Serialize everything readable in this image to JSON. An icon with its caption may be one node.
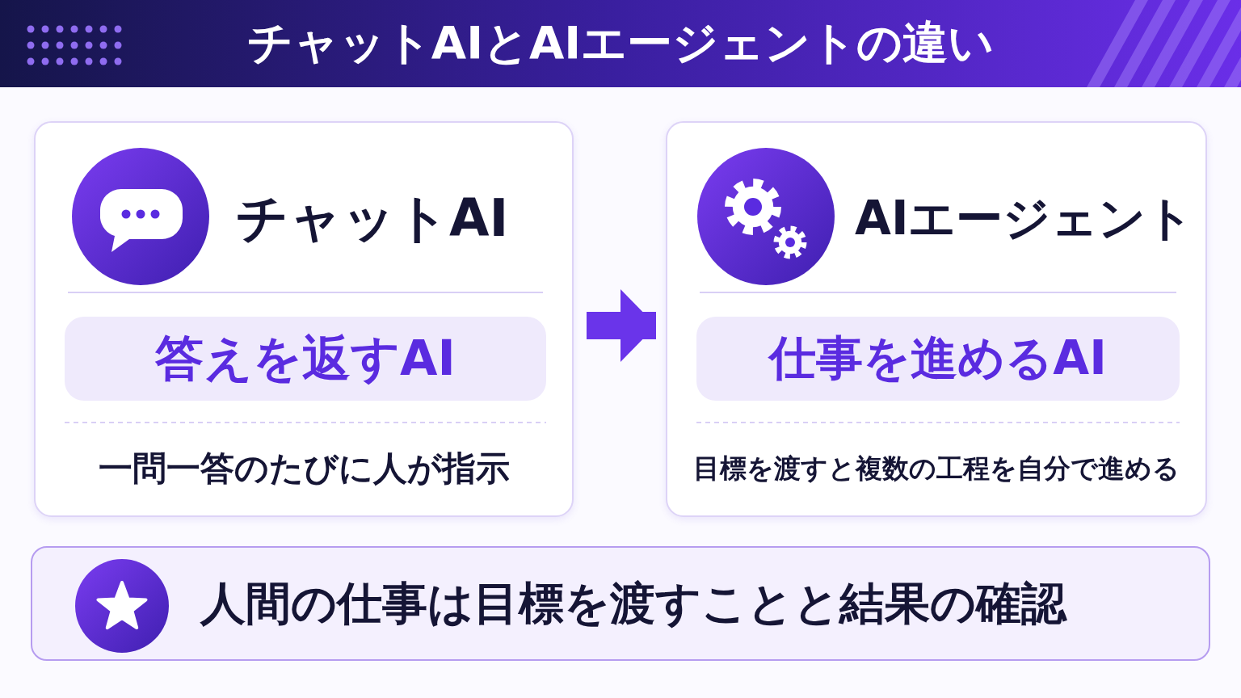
{
  "diagram": {
    "title": "チャットAIとAIエージェントの違い",
    "nodes": [
      {
        "text": [
          "チャットAI",
          "一問一答のたびに人が指示"
        ]
      },
      {
        "text": [
          "答えを返すAI"
        ],
        "in": 0
      },
      {
        "text": [
          "AIエージェント",
          "目標を渡すと複数の工程を自分で進める"
        ]
      },
      {
        "text": [
          "仕事を進めるAI"
        ],
        "in": 2
      },
      {
        "text": [
          "人間の仕事は**目標を渡すこと**と**結果の確認**"
        ]
      }
    ],
    "edges": [
      {
        "from": 0,
        "to": 2,
        "arrow": "to"
      }
    ]
  }
}
